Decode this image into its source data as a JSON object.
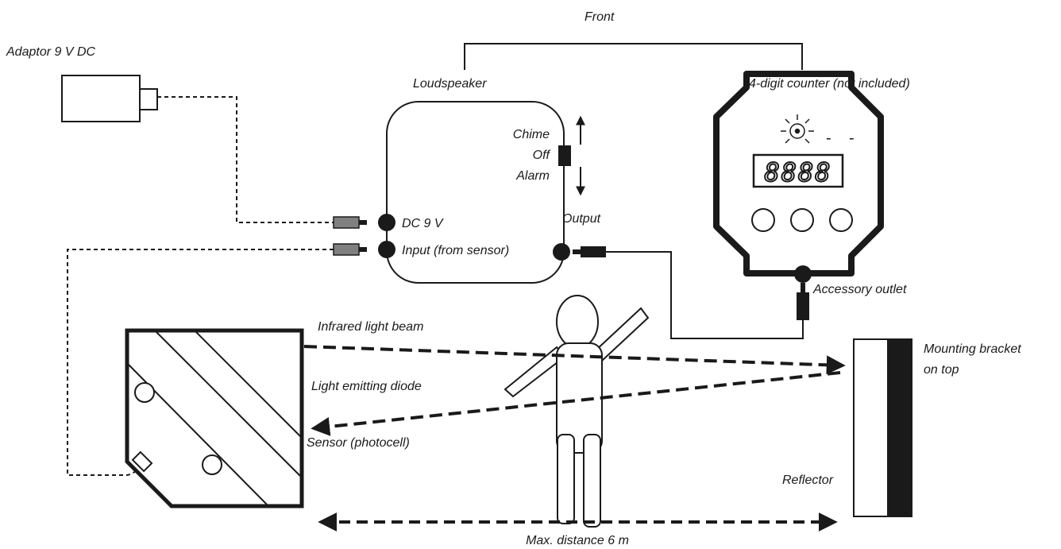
{
  "labels": {
    "front": "Front",
    "adaptor": "Adaptor 9 V DC",
    "loudspeaker": "Loudspeaker",
    "counter": "4-digit counter (not included)",
    "chime": "Chime",
    "off": "Off",
    "alarm": "Alarm",
    "dc": "DC 9 V",
    "input": "Input (from sensor)",
    "output": "Output",
    "accessory_outlet": "Accessory outlet",
    "infrared_beam": "Infrared light beam",
    "led": "Light emitting diode",
    "sensor": "Sensor (photocell)",
    "mounting_bracket_line1": "Mounting bracket",
    "mounting_bracket_line2": "on top",
    "reflector": "Reflector",
    "max_distance": "Max. distance 6 m"
  },
  "counter_display": {
    "digits": "8888",
    "minus_1": "-",
    "minus_2": "-"
  },
  "colors": {
    "line": "#1a1a1a",
    "plug_grey": "#808080",
    "background": "#ffffff"
  }
}
